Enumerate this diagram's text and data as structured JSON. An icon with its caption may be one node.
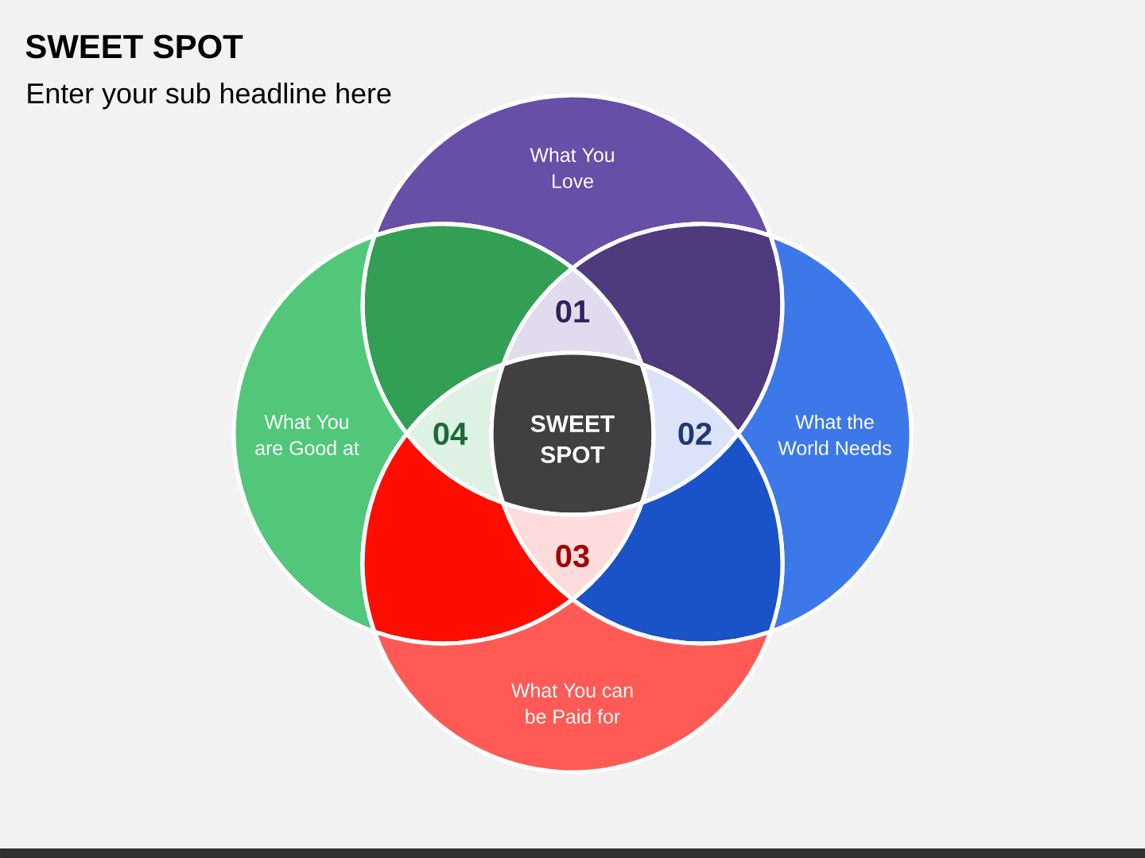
{
  "diagram": {
    "title": "SWEET SPOT",
    "nodes": [
      {
        "text": [
          "What You Love"
        ]
      },
      {
        "text": [],
        "shape": "lens"
      },
      {
        "text": [
          "01"
        ]
      },
      {
        "text": [],
        "shape": "lens"
      },
      {
        "text": [
          "What You are Good at"
        ]
      },
      {
        "text": [
          "04"
        ]
      },
      {
        "text": [
          "SWEET SPOT"
        ]
      },
      {
        "text": [
          "02"
        ]
      },
      {
        "text": [
          "What the World Needs"
        ]
      },
      {
        "text": [],
        "shape": "lens"
      },
      {
        "text": [
          "03"
        ]
      },
      {
        "text": [],
        "shape": "lens"
      },
      {
        "text": [
          "What You can be Paid for"
        ]
      }
    ],
    "labels": [
      "Enter your sub headline here"
    ]
  }
}
